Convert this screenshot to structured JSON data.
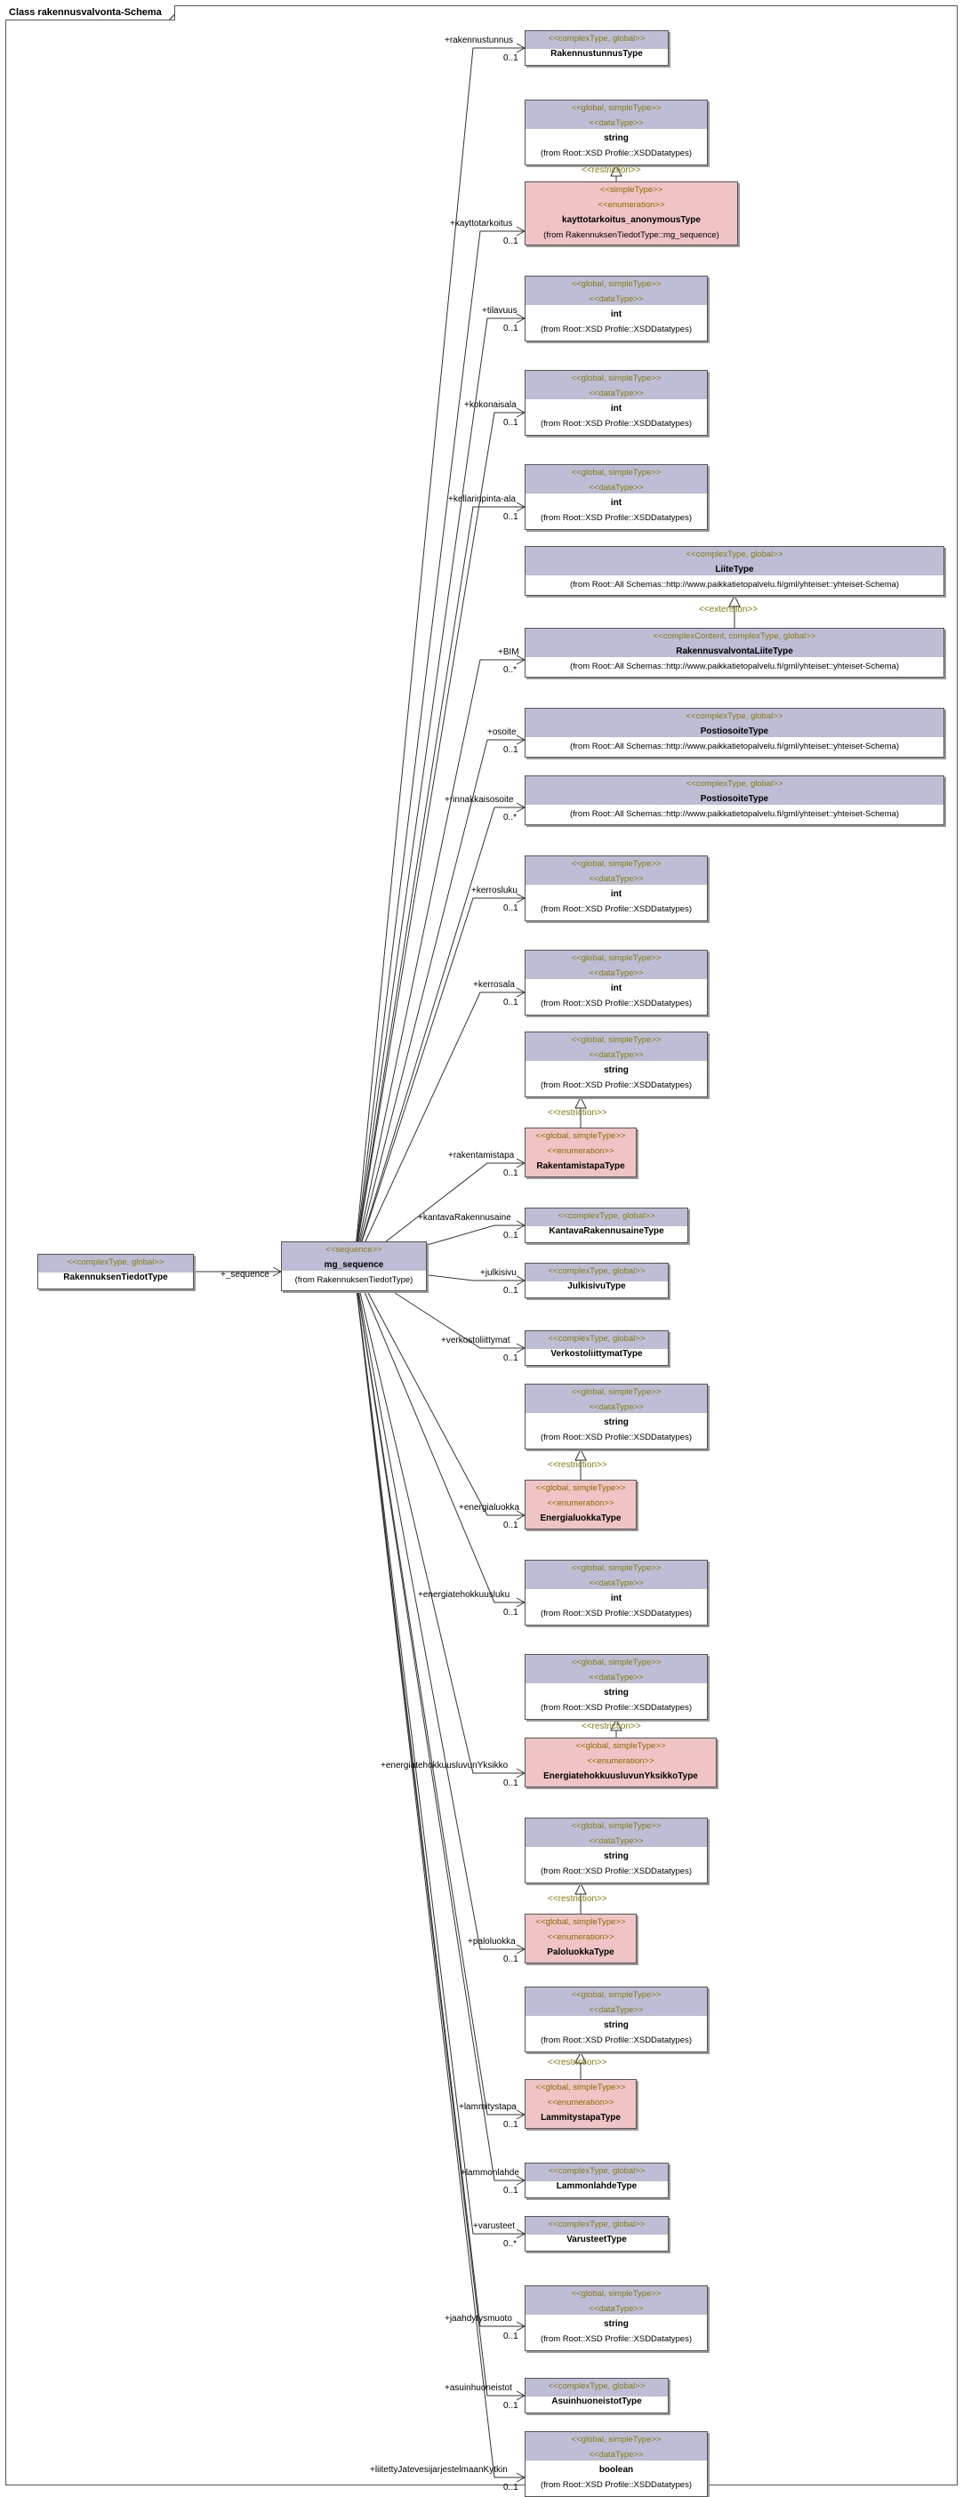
{
  "frame": {
    "title": "Class rakennusvalvonta-Schema"
  },
  "root": {
    "stereo": "<<complexType, global>>",
    "name": "RakennuksenTiedotType"
  },
  "seq": {
    "stereo": "<<sequence>>",
    "name": "mg_sequence",
    "from": "(from RakennuksenTiedotType)"
  },
  "root_link": {
    "label": "+_sequence"
  },
  "stereotypes": {
    "complex_global": "<<complexType, global>>",
    "global_simple": "<<global, simpleType>>",
    "data_type": "<<dataType>>",
    "simple_type": "<<simpleType>>",
    "enumeration": "<<enumeration>>",
    "complex_content": "<<complexContent, complexType, global>>",
    "restriction": "<<restriction>>",
    "extension": "<<extension>>"
  },
  "from": {
    "xsd": "(from Root::XSD Profile::XSDDatatypes)",
    "paikkatieto": "(from Root::All Schemas::http://www.paikkatietopalvelu.fi/gml/yhteiset::yhteiset-Schema)",
    "mg_sequence": "(from RakennuksenTiedotType::mg_sequence)"
  },
  "names": {
    "rakennustunnus": "RakennustunnusType",
    "string": "string",
    "kayttotarkoitus": "kayttotarkoitus_anonymousType",
    "int": "int",
    "liite": "LiiteType",
    "rv_liite": "RakennusvalvontaLiiteType",
    "postiosoite": "PostiosoiteType",
    "rakentamistapa": "RakentamistapaType",
    "kantava": "KantavaRakennusaineType",
    "julkisivu": "JulkisivuType",
    "verkosto": "VerkostoliittymatType",
    "energialuokka": "EnergialuokkaType",
    "energiayksikko": "EnergiatehokkuusluvunYksikkoType",
    "paloluokka": "PaloluokkaType",
    "lammitystapa": "LammitystapaType",
    "lammonlahde": "LammonlahdeType",
    "varusteet": "VarusteetType",
    "asuinhuoneisto": "AsuinhuoneistotType",
    "boolean": "boolean"
  },
  "attributes": [
    {
      "label": "+rakennustunnus",
      "mult": "0..1"
    },
    {
      "label": "+kayttotarkoitus",
      "mult": "0..1"
    },
    {
      "label": "+tilavuus",
      "mult": "0..1"
    },
    {
      "label": "+kokonaisala",
      "mult": "0..1"
    },
    {
      "label": "+kellarinpinta-ala",
      "mult": "0..1"
    },
    {
      "label": "+BIM",
      "mult": "0..*"
    },
    {
      "label": "+osoite",
      "mult": "0..1"
    },
    {
      "label": "+rinnakkaisosoite",
      "mult": "0..*"
    },
    {
      "label": "+kerrosluku",
      "mult": "0..1"
    },
    {
      "label": "+kerrosala",
      "mult": "0..1"
    },
    {
      "label": "+rakentamistapa",
      "mult": "0..1"
    },
    {
      "label": "+kantavaRakennusaine",
      "mult": "0..1"
    },
    {
      "label": "+julkisivu",
      "mult": "0..1"
    },
    {
      "label": "+verkostoliittymat",
      "mult": "0..1"
    },
    {
      "label": "+energialuokka",
      "mult": "0..1"
    },
    {
      "label": "+energiatehokkuusluku",
      "mult": "0..1"
    },
    {
      "label": "+energiatehokkuusluvunYksikko",
      "mult": "0..1"
    },
    {
      "label": "+paloluokka",
      "mult": "0..1"
    },
    {
      "label": "+lammitystapa",
      "mult": "0..1"
    },
    {
      "label": "+lammonlahde",
      "mult": "0..1"
    },
    {
      "label": "+varusteet",
      "mult": "0..*"
    },
    {
      "label": "+jaahdytysmuoto",
      "mult": "0..1"
    },
    {
      "label": "+asuinhuoneistot",
      "mult": "0..1"
    },
    {
      "label": "+liitettyJatevesijarjestelmaanKytkin",
      "mult": "0..1"
    }
  ]
}
